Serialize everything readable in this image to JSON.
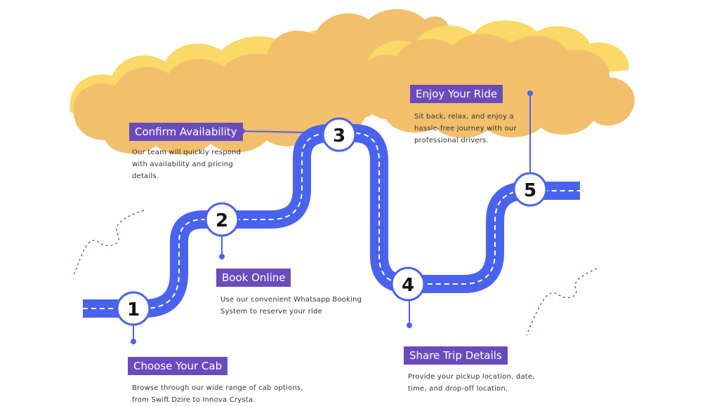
{
  "steps": [
    {
      "number": "1",
      "title": "Choose Your Cab",
      "description": "Browse through our wide range of cab options, from Swift Dzire to Innova Crysta."
    },
    {
      "number": "2",
      "title": "Book Online",
      "description": "Use our convenient Whatsapp Booking System to reserve your ride"
    },
    {
      "number": "3",
      "title": "Confirm Availability",
      "description": "Our team will quickly respond with availability and pricing details."
    },
    {
      "number": "4",
      "title": "Share Trip Details",
      "description": "Provide your pickup location, date, time, and drop-off location."
    },
    {
      "number": "5",
      "title": "Enjoy Your Ride",
      "description": "Sit back, relax, and enjoy a hassle-free journey with our professional drivers."
    }
  ],
  "colors": {
    "road": "#4a63ef",
    "cloud_main": "#f2bf6c",
    "cloud_highlight": "#fbd867",
    "label_bg": "#6a4bbd",
    "connector": "#4a63ef"
  }
}
